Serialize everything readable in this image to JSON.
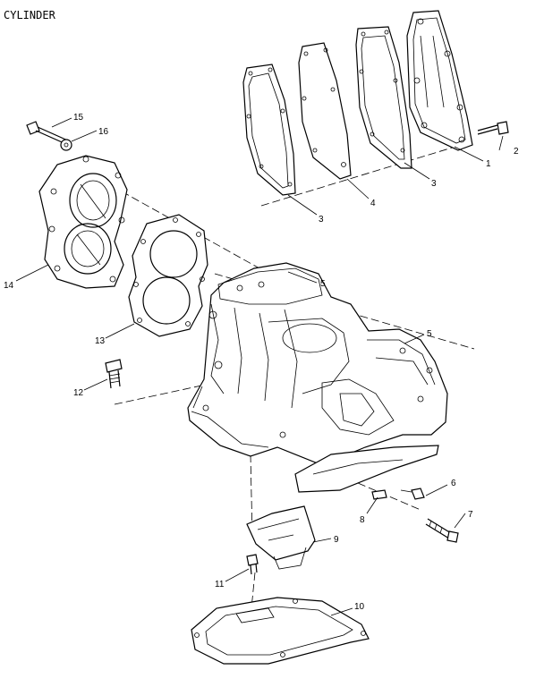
{
  "title": "CYLINDER",
  "callouts": [
    "1",
    "2",
    "3",
    "3",
    "4",
    "5",
    "5",
    "6",
    "7",
    "8",
    "9",
    "10",
    "11",
    "12",
    "13",
    "14",
    "15",
    "16"
  ]
}
